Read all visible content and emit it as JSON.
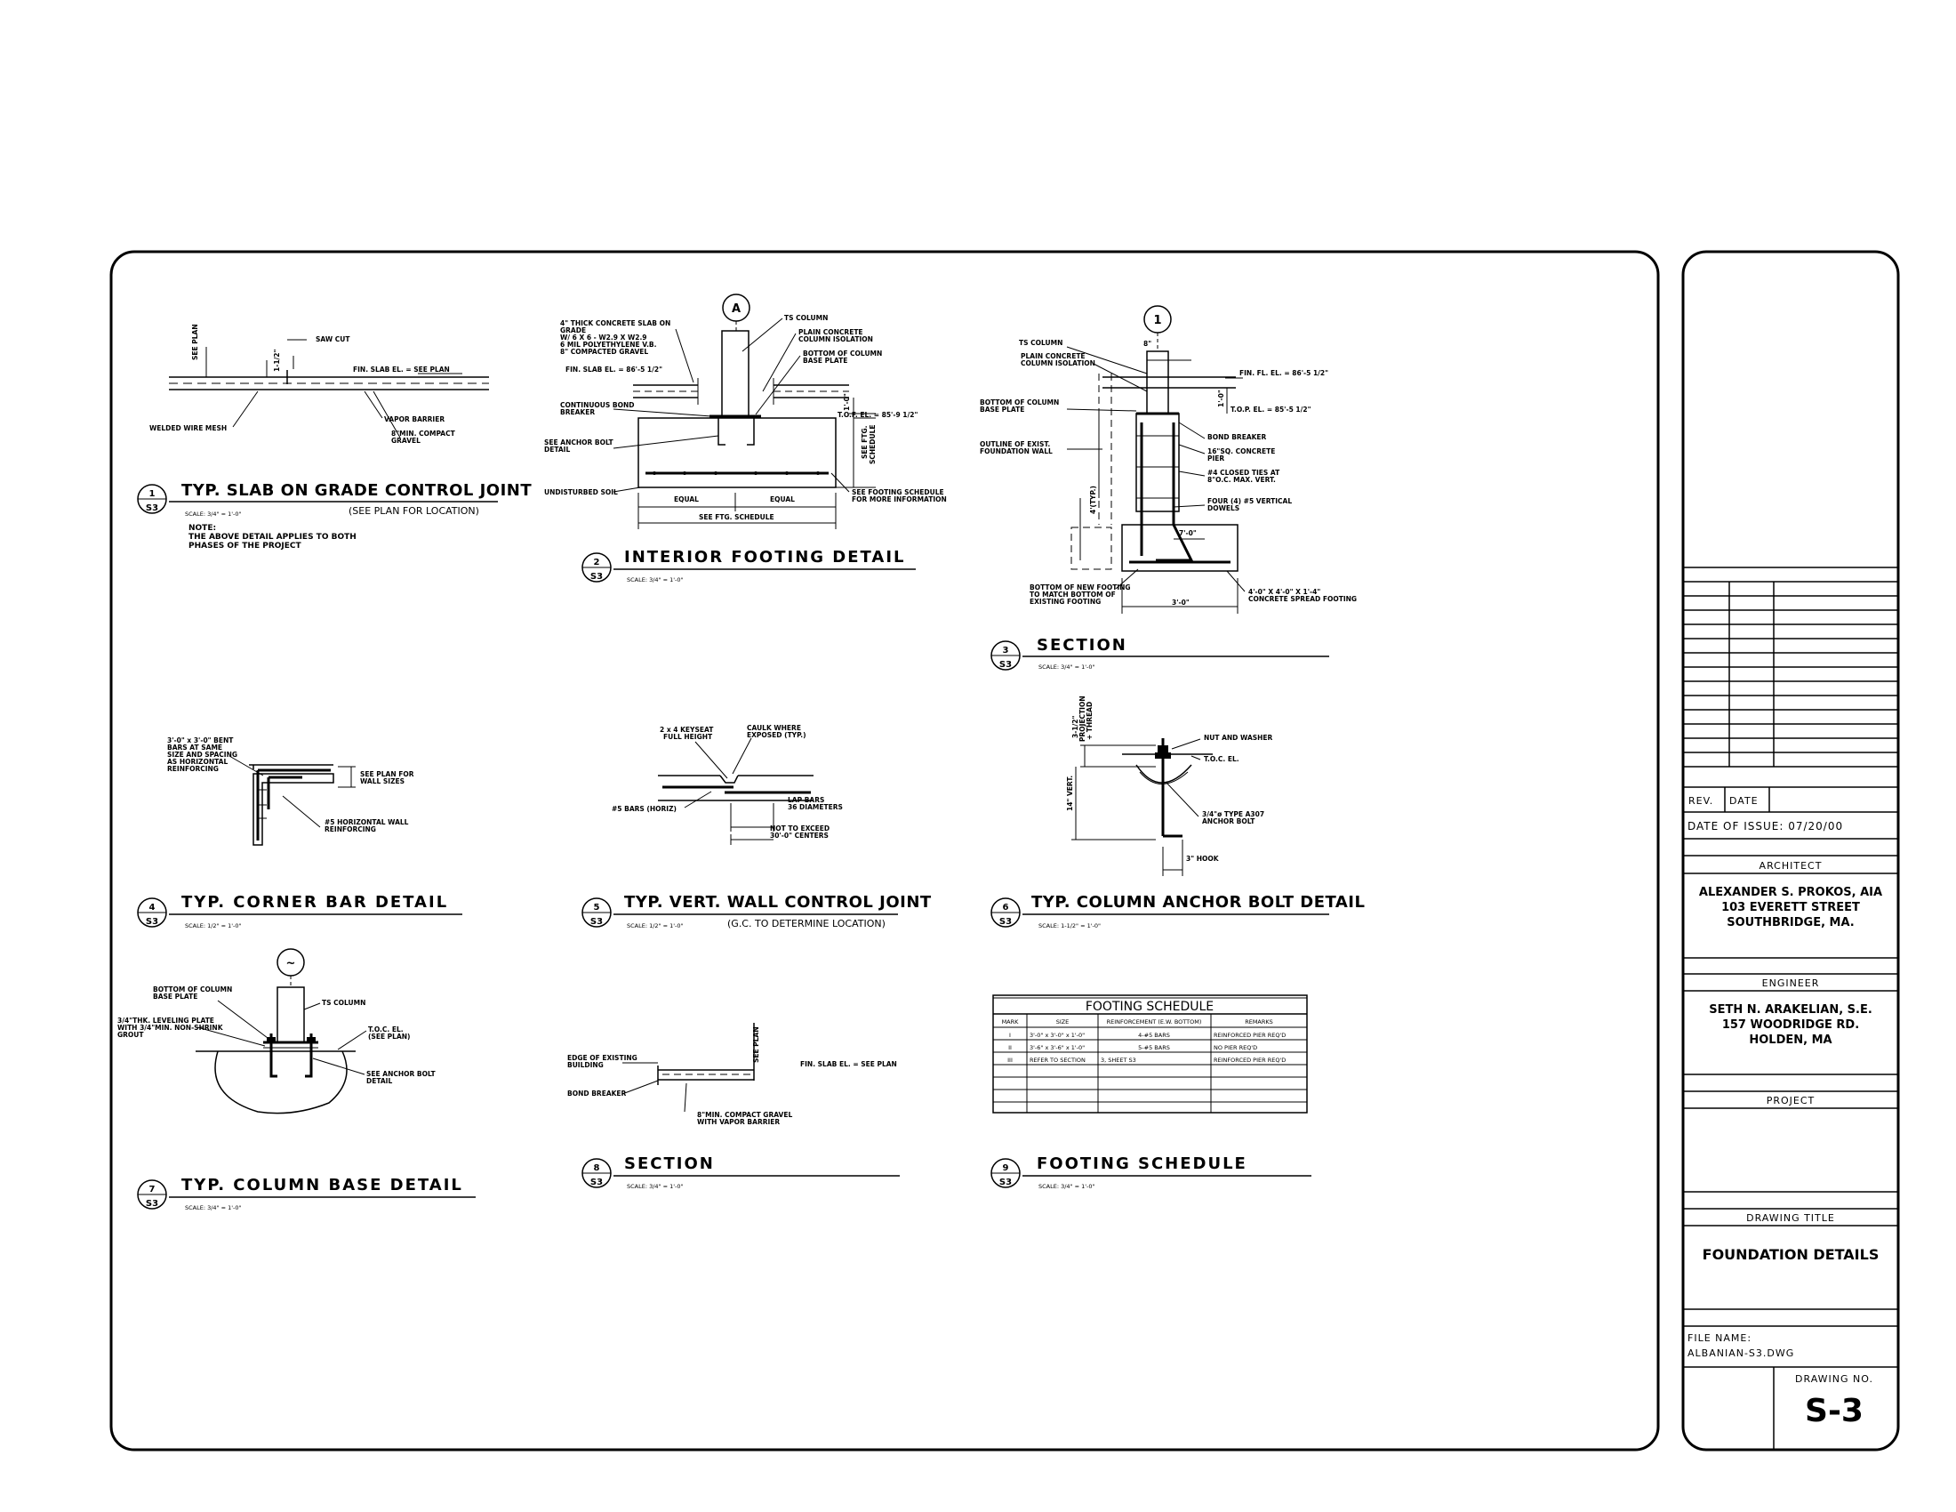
{
  "details": {
    "d1": {
      "num": "1",
      "sheet": "S3",
      "title": "TYP. SLAB ON GRADE CONTROL JOINT",
      "subtitle": "(SEE PLAN FOR LOCATION)",
      "scale": "SCALE: 3/4\" = 1'-0\"",
      "note_head": "NOTE:",
      "note1": "THE ABOVE DETAIL APPLIES TO BOTH",
      "note2": "PHASES OF THE PROJECT",
      "labels": {
        "see_plan": "SEE PLAN",
        "saw_cut": "SAW CUT",
        "half": "1-1/2\"",
        "fin_slab": "FIN. SLAB EL. = SEE PLAN",
        "vapor": "VAPOR BARRIER",
        "gravel1": "8\"MIN. COMPACT",
        "gravel2": "GRAVEL",
        "mesh": "WELDED WIRE MESH"
      }
    },
    "d2": {
      "num": "2",
      "sheet": "S3",
      "title": "INTERIOR FOOTING DETAIL",
      "scale": "SCALE: 3/4\" = 1'-0\"",
      "grid": "A",
      "labels": {
        "slab1": "4\" THICK CONCRETE SLAB ON",
        "slab2": "GRADE",
        "slab3": "W/ 6 X 6 - W2.9 X W2.9",
        "slab4": "6 MIL POLYETHYLENE V.B.",
        "slab5": "8\" COMPACTED GRAVEL",
        "ts": "TS COLUMN",
        "iso1": "PLAIN CONCRETE",
        "iso2": "COLUMN ISOLATION",
        "bot1": "BOTTOM OF COLUMN",
        "bot2": "BASE PLATE",
        "fin": "FIN. SLAB EL. = 86'-5 1/2\"",
        "bond1": "CONTINUOUS BOND",
        "bond2": "BREAKER",
        "tof": "T.O.F. EL. = 85'-9 1/2\"",
        "dim1": "1'-0\"",
        "anc1": "SEE ANCHOR BOLT",
        "anc2": "DETAIL",
        "ftg1": "SEE FTG.",
        "ftg2": "SCHEDULE",
        "soil": "UNDISTURBED SOIL",
        "eq1": "EQUAL",
        "eq2": "EQUAL",
        "sch1": "SEE FOOTING SCHEDULE",
        "sch2": "FOR MORE INFORMATION",
        "width": "SEE FTG. SCHEDULE"
      }
    },
    "d3": {
      "num": "3",
      "sheet": "S3",
      "title": "SECTION",
      "scale": "SCALE: 3/4\" = 1'-0\"",
      "grid": "1",
      "labels": {
        "ts": "TS COLUMN",
        "pc1": "PLAIN CONCRETE",
        "pc2": "COLUMN ISOLATION",
        "d8": "8\"",
        "fin": "FIN. FL. EL. = 86'-5 1/2\"",
        "bot1": "BOTTOM OF COLUMN",
        "bot2": "BASE PLATE",
        "d10": "1'-0\"",
        "top": "T.O.P. EL. = 85'-5 1/2\"",
        "bond": "BOND BREAKER",
        "pier1": "16\"SQ. CONCRETE",
        "pier2": "PIER",
        "out1": "OUTLINE OF EXIST.",
        "out2": "FOUNDATION WALL",
        "ties1": "#4 CLOSED TIES AT",
        "ties2": "8\"O.C. MAX. VERT.",
        "four": "4'(TYP.)",
        "dow1": "FOUR (4) #5 VERTICAL",
        "dow2": "DOWELS",
        "d70": "7'-0\"",
        "nf1": "BOTTOM OF NEW FOOTING",
        "nf2": "TO MATCH BOTTOM OF",
        "nf3": "EXISTING FOOTING",
        "sp1": "4'-0\" X 4'-0\" X 1'-4\"",
        "sp2": "CONCRETE SPREAD FOOTING",
        "d30": "3'-0\""
      }
    },
    "d4": {
      "num": "4",
      "sheet": "S3",
      "title": "TYP. CORNER BAR DETAIL",
      "scale": "SCALE: 1/2\" = 1'-0\"",
      "labels": {
        "b1": "3'-0\" x 3'-0\" BENT",
        "b2": "BARS AT SAME",
        "b3": "SIZE AND SPACING",
        "b4": "AS HORIZONTAL",
        "b5": "REINFORCING",
        "p1": "SEE PLAN FOR",
        "p2": "WALL SIZES",
        "h1": "#5 HORIZONTAL WALL",
        "h2": "REINFORCING"
      }
    },
    "d5": {
      "num": "5",
      "sheet": "S3",
      "title": "TYP. VERT. WALL CONTROL JOINT",
      "subtitle": "(G.C. TO DETERMINE LOCATION)",
      "scale": "SCALE: 1/2\" = 1'-0\"",
      "labels": {
        "k1": "2 x 4 KEYSEAT",
        "k2": "FULL HEIGHT",
        "c1": "CAULK WHERE",
        "c2": "EXPOSED (TYP.)",
        "bars": "#5 BARS (HORIZ)",
        "lap1": "LAP BARS",
        "lap2": "36 DIAMETERS",
        "ne1": "NOT TO EXCEED",
        "ne2": "30'-0\" CENTERS"
      }
    },
    "d6": {
      "num": "6",
      "sheet": "S3",
      "title": "TYP. COLUMN ANCHOR BOLT DETAIL",
      "scale": "SCALE: 1-1/2\" = 1'-0\"",
      "labels": {
        "proj1": "3-1/2\"",
        "proj2": "PROJECTION",
        "proj3": "+ THREAD",
        "nut": "NUT AND WASHER",
        "toc": "T.O.C. EL.",
        "vert": "14\" VERT.",
        "ab1": "3/4\"ø TYPE A307",
        "ab2": "ANCHOR BOLT",
        "hook": "3\" HOOK"
      }
    },
    "d7": {
      "num": "7",
      "sheet": "S3",
      "title": "TYP. COLUMN BASE DETAIL",
      "scale": "SCALE: 3/4\" = 1'-0\"",
      "grid": "~",
      "labels": {
        "bot1": "BOTTOM OF COLUMN",
        "bot2": "BASE PLATE",
        "ts": "TS COLUMN",
        "lv1": "3/4\"THK. LEVELING PLATE",
        "lv2": "WITH 3/4\"MIN. NON-SHRINK",
        "lv3": "GROUT",
        "toc1": "T.O.C. EL.",
        "toc2": "(SEE PLAN)",
        "anc1": "SEE ANCHOR BOLT",
        "anc2": "DETAIL"
      }
    },
    "d8": {
      "num": "8",
      "sheet": "S3",
      "title": "SECTION",
      "scale": "SCALE: 3/4\" = 1'-0\"",
      "labels": {
        "e1": "EDGE OF EXISTING",
        "e2": "BUILDING",
        "see": "SEE PLAN",
        "fin": "FIN. SLAB EL. = SEE PLAN",
        "bond": "BOND BREAKER",
        "g1": "8\"MIN. COMPACT GRAVEL",
        "g2": "WITH VAPOR BARRIER"
      }
    },
    "d9": {
      "num": "9",
      "sheet": "S3",
      "title": "FOOTING SCHEDULE",
      "scale": "SCALE: 3/4\" = 1'-0\""
    }
  },
  "schedule": {
    "title": "FOOTING SCHEDULE",
    "headers": [
      "MARK",
      "SIZE",
      "REINFORCEMENT (E.W. BOTTOM)",
      "REMARKS"
    ],
    "rows": [
      [
        "I",
        "3'-0\" x 3'-0\" x 1'-0\"",
        "4-#5 BARS",
        "REINFORCED PIER REQ'D"
      ],
      [
        "II",
        "3'-6\" x 3'-6\" x 1'-0\"",
        "5-#5 BARS",
        "NO PIER REQ'D"
      ],
      [
        "III",
        "REFER TO SECTION",
        "3, SHEET S3",
        "REINFORCED PIER REQ'D"
      ]
    ]
  },
  "titleblock": {
    "rev": "REV.",
    "date": "DATE",
    "issue": "DATE OF ISSUE:  07/20/00",
    "architect_head": "ARCHITECT",
    "architect": [
      "ALEXANDER S. PROKOS, AIA",
      "103 EVERETT STREET",
      "SOUTHBRIDGE, MA."
    ],
    "engineer_head": "ENGINEER",
    "engineer": [
      "SETH N. ARAKELIAN, S.E.",
      "157 WOODRIDGE RD.",
      "HOLDEN, MA"
    ],
    "project_head": "PROJECT",
    "drawing_title_head": "DRAWING TITLE",
    "drawing_title": "FOUNDATION DETAILS",
    "file_head": "FILE NAME:",
    "file_name": "ALBANIAN-S3.DWG",
    "drawing_no_head": "DRAWING NO.",
    "drawing_no": "S-3"
  }
}
